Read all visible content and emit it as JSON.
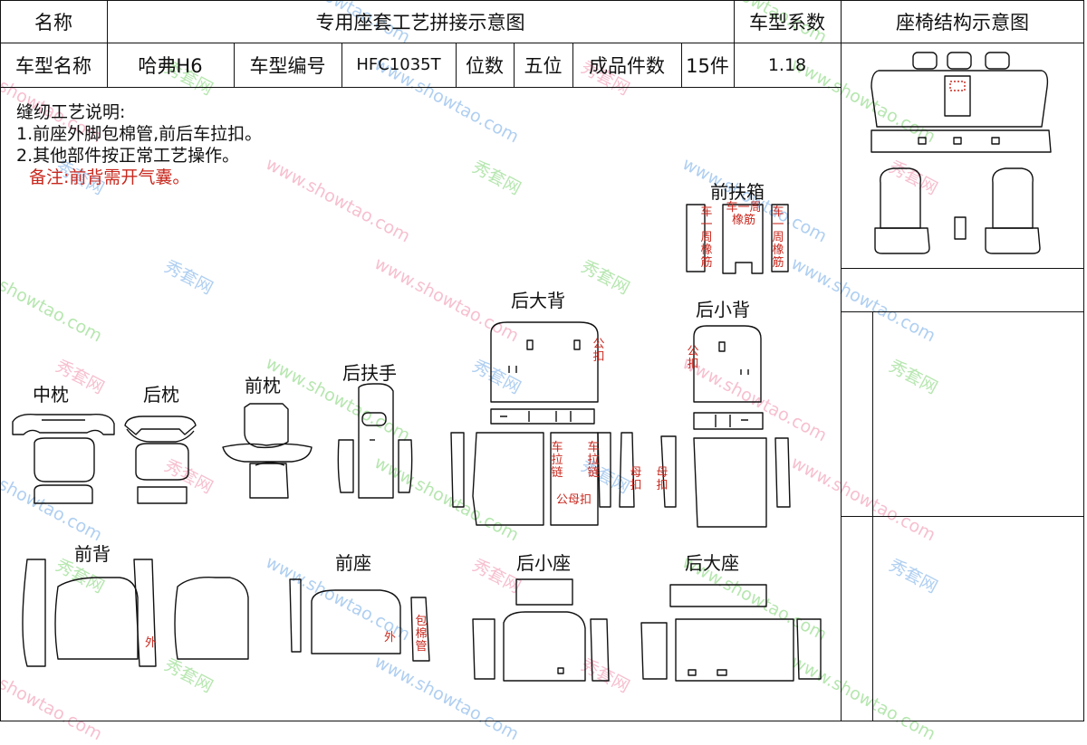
{
  "header": {
    "name_label": "名称",
    "title": "专用座套工艺拼接示意图",
    "coef_label": "车型系数",
    "structure_label": "座椅结构示意图"
  },
  "info": {
    "model_name_label": "车型名称",
    "model_name": "哈弗H6",
    "model_code_label": "车型编号",
    "model_code": "HFC1035T",
    "seats_label": "位数",
    "seats": "五位",
    "pieces_label": "成品件数",
    "pieces": "15件",
    "coefficient": "1.18"
  },
  "notes": {
    "heading": "缝纫工艺说明:",
    "line1": "1.前座外脚包棉管,前后车拉扣。",
    "line2": "2.其他部件按正常工艺操作。",
    "remark": "备注:前背需开气囊。"
  },
  "parts": {
    "mid_pillow": "中枕",
    "rear_pillow": "后枕",
    "front_pillow": "前枕",
    "rear_armrest": "后扶手",
    "rear_big_back": "后大背",
    "rear_small_back": "后小背",
    "front_armbox": "前扶箱",
    "front_back": "前背",
    "front_seat": "前座",
    "rear_small_seat": "后小座",
    "rear_big_seat": "后大座"
  },
  "annotations": {
    "sew_rubber_left": "车一周橡筋",
    "sew_rubber_top": "车一周橡筋",
    "sew_rubber_right": "车一周橡筋",
    "male_buckle_big": "公扣",
    "male_buckle_small": "公扣",
    "zip_left": "车拉链",
    "zip_right": "车拉链",
    "male_female": "公母扣",
    "female_1": "母扣",
    "female_2": "母扣",
    "outer_back": "外",
    "outer_seat": "外",
    "wrap_pipe": "包棉管"
  },
  "watermark": {
    "site": "www.showtao.com",
    "brand": "秀套网"
  },
  "colors": {
    "line": "#111111",
    "annotation_red": "#c8281e",
    "watermark_blue": "#6fa8e6",
    "watermark_pink": "#f08ca8",
    "watermark_green": "#7bd36f"
  }
}
